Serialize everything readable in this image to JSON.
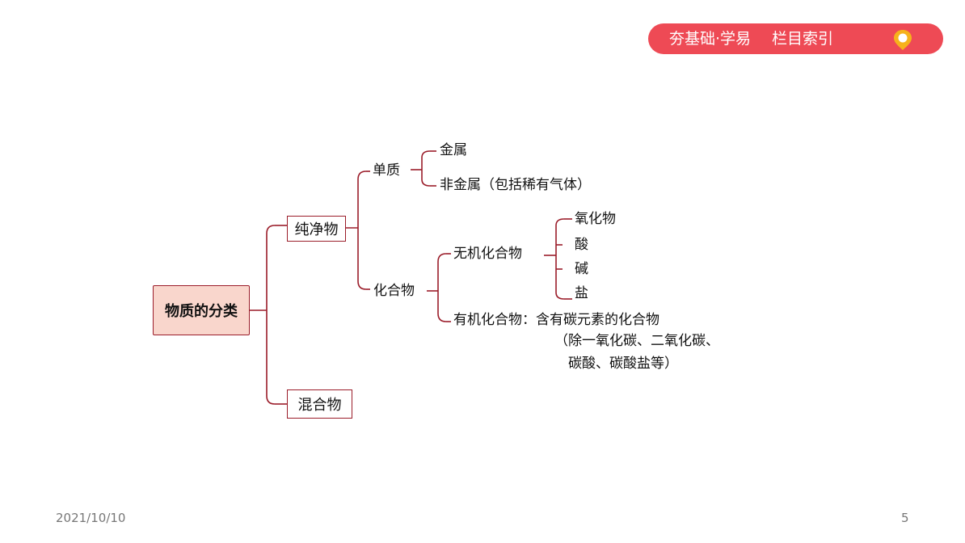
{
  "banner": {
    "left_text": "夯基础·学易",
    "right_text": "栏目索引",
    "pin_icon": "location-pin-icon",
    "color": "#ee4a55"
  },
  "diagram": {
    "root": "物质的分类",
    "pure": "纯净物",
    "mixture": "混合物",
    "element": "单质",
    "metal": "金属",
    "nonmetal": "非金属（包括稀有气体）",
    "compound": "化合物",
    "inorganic": "无机化合物",
    "oxide": "氧化物",
    "acid": "酸",
    "base": "碱",
    "salt": "盐",
    "organic": "有机化合物：含有碳元素的化合物",
    "organic_note_1": "（除一氧化碳、二氧化碳、",
    "organic_note_2": "碳酸、碳酸盐等）",
    "line_color": "#9b1d2a",
    "root_fill": "#f9d6cc"
  },
  "footer": {
    "date": "2021/10/10",
    "page": "5"
  }
}
